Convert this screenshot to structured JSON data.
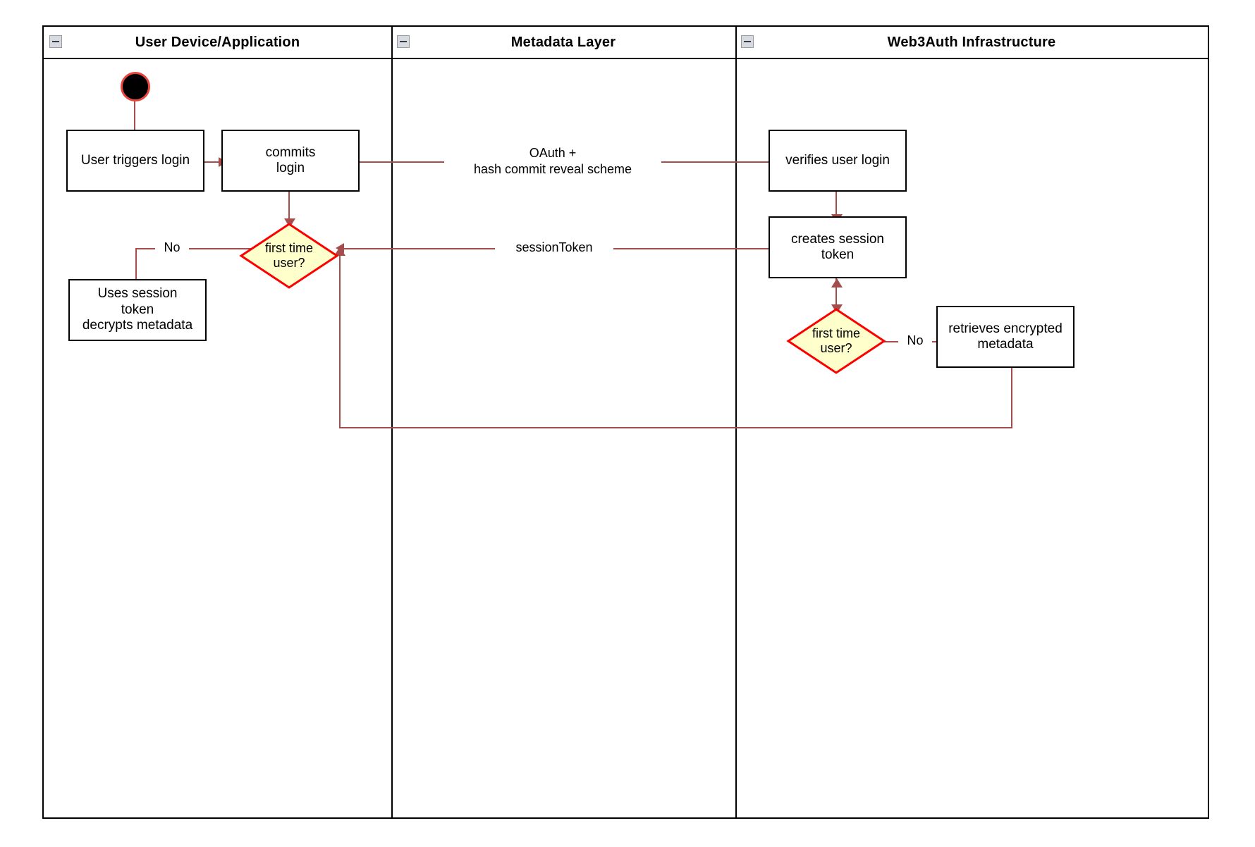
{
  "diagram": {
    "title": "Web3Auth login activity diagram",
    "colors": {
      "lane_border": "#000000",
      "node_border": "#000000",
      "node_fill": "#ffffff",
      "edge": "#a54c4c",
      "decision_border": "#ff0000",
      "decision_fill": "#ffffcc",
      "start_fill": "#000000",
      "start_ring": "#e8453c",
      "collapse_fill": "#d6dbe3"
    },
    "lanes": [
      {
        "id": "lane-user-device",
        "title": "User Device/Application",
        "collapse_icon": "collapse-minus-icon"
      },
      {
        "id": "lane-metadata",
        "title": "Metadata Layer",
        "collapse_icon": "collapse-minus-icon"
      },
      {
        "id": "lane-web3auth",
        "title": "Web3Auth Infrastructure",
        "collapse_icon": "collapse-minus-icon"
      }
    ],
    "nodes": {
      "start": {
        "type": "start",
        "label": ""
      },
      "user_triggers_login": {
        "type": "action",
        "label": "User triggers login"
      },
      "commits_login": {
        "type": "action",
        "label": "commits\nlogin"
      },
      "first_time_user_left": {
        "type": "decision",
        "label": "first time\nuser?"
      },
      "uses_session_token": {
        "type": "action",
        "label": "Uses session\ntoken\ndecrypts metadata"
      },
      "verifies_user_login": {
        "type": "action",
        "label": "verifies user login"
      },
      "creates_session_token": {
        "type": "action",
        "label": "creates session\ntoken"
      },
      "first_time_user_right": {
        "type": "decision",
        "label": "first time\nuser?"
      },
      "retrieves_encrypted_metadata": {
        "type": "action",
        "label": "retrieves encrypted\nmetadata"
      }
    },
    "edge_labels": {
      "oauth": "OAuth +\nhash commit reveal scheme",
      "session_token": "sessionToken",
      "no_left": "No",
      "no_right": "No"
    }
  }
}
